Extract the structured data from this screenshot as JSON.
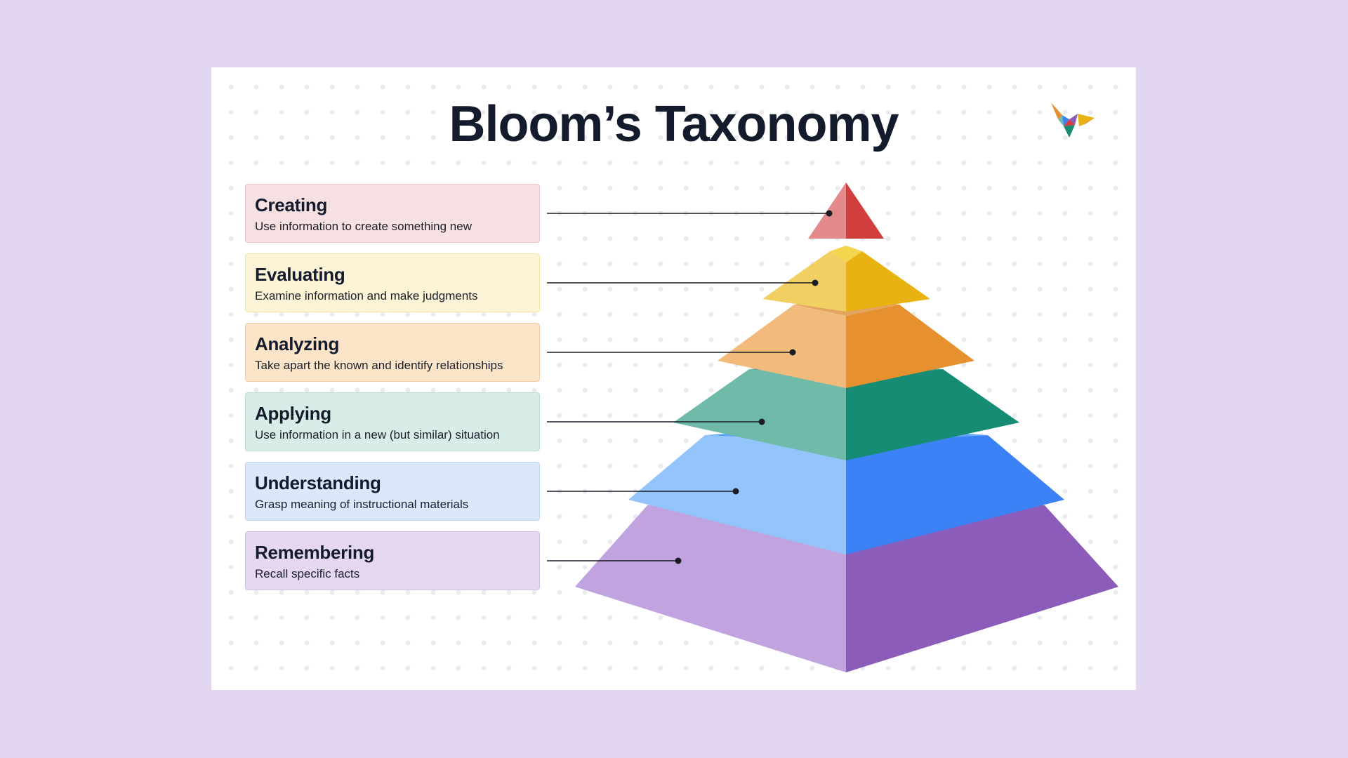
{
  "title": "Bloom’s Taxonomy",
  "logo_icon": "origami-bird-icon",
  "levels": [
    {
      "name": "Creating",
      "description": "Use information to create something new",
      "box_bg": "#f7e0e1",
      "box_border": "#efc7c9",
      "light": "#e48a8a",
      "dark": "#d03e3e",
      "top": "#e06060"
    },
    {
      "name": "Evaluating",
      "description": "Examine information and make judgments",
      "box_bg": "#fdf3d7",
      "box_border": "#f5e2a8",
      "light": "#f1cf63",
      "dark": "#e9b213",
      "top": "#f5d44e"
    },
    {
      "name": "Analyzing",
      "description": "Take apart the known and identify relationships",
      "box_bg": "#fce4c8",
      "box_border": "#f5cfa3",
      "light": "#f2bb7c",
      "dark": "#e6902f",
      "top": "#e3a45f"
    },
    {
      "name": "Applying",
      "description": "Use information in a new (but similar) situation",
      "box_bg": "#d9ede8",
      "box_border": "#bcdcd3",
      "light": "#6fbaa9",
      "dark": "#168c74",
      "top": "#3fa08a"
    },
    {
      "name": "Understanding",
      "description": "Grasp meaning of instructional materials",
      "box_bg": "#dbe8fc",
      "box_border": "#c1d5f6",
      "light": "#93c4fb",
      "dark": "#3b82f6",
      "top": "#60a5fa"
    },
    {
      "name": "Remembering",
      "description": "Recall specific facts",
      "box_bg": "#e6d7f1",
      "box_border": "#d3bfe6",
      "light": "#c0a3df",
      "dark": "#8b5cb9",
      "top": "#9b7cc4"
    }
  ]
}
